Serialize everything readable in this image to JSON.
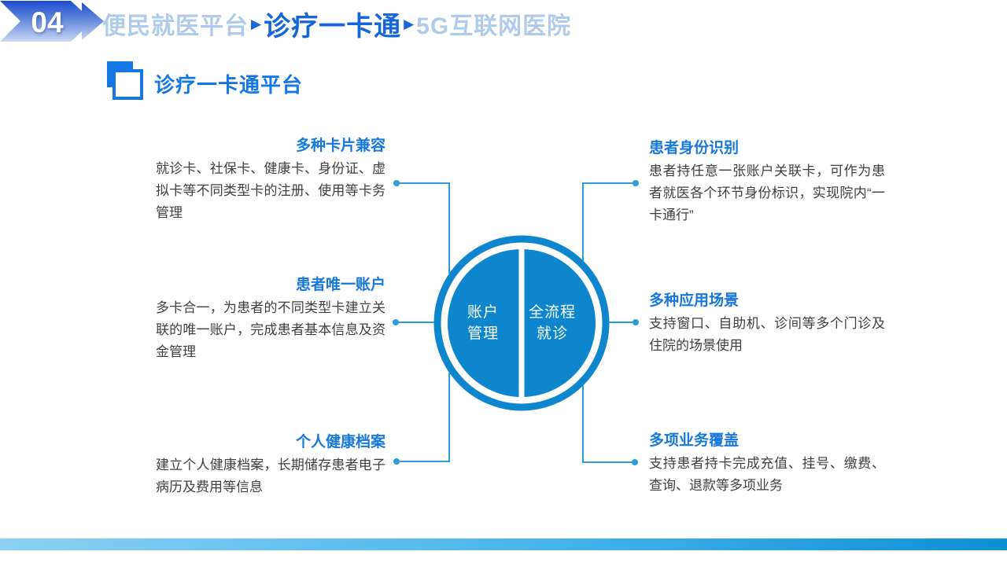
{
  "header": {
    "badge_number": "04",
    "breadcrumb": {
      "separator": "▶",
      "items": [
        {
          "label": "便民就医平台",
          "active": false
        },
        {
          "label": "诊疗一卡通",
          "active": true
        },
        {
          "label": "5G互联网医院",
          "active": false
        }
      ]
    }
  },
  "section": {
    "title": "诊疗一卡通平台"
  },
  "diagram": {
    "center": {
      "left_half": {
        "line1": "账户",
        "line2": "管理"
      },
      "right_half": {
        "line1": "全流程",
        "line2": "就诊"
      }
    },
    "features": [
      {
        "id": "multi-card",
        "side": "left",
        "title": "多种卡片兼容",
        "description": "就诊卡、社保卡、健康卡、身份证、虚拟卡等不同类型卡的注册、使用等卡务管理"
      },
      {
        "id": "unique-account",
        "side": "left",
        "title": "患者唯一账户",
        "description": "多卡合一，为患者的不同类型卡建立关联的唯一账户，完成患者基本信息及资金管理"
      },
      {
        "id": "health-record",
        "side": "left",
        "title": "个人健康档案",
        "description": "建立个人健康档案，长期储存患者电子病历及费用等信息"
      },
      {
        "id": "identity",
        "side": "right",
        "title": "患者身份识别",
        "description": "患者持任意一张账户关联卡，可作为患者就医各个环节身份标识，实现院内“一卡通行”"
      },
      {
        "id": "scenarios",
        "side": "right",
        "title": "多种应用场景",
        "description": "支持窗口、自助机、诊间等多个门诊及住院的场景使用"
      },
      {
        "id": "business",
        "side": "right",
        "title": "多项业务覆盖",
        "description": "支持患者持卡完成充值、挂号、缴费、查询、退款等多项业务"
      }
    ]
  },
  "colors": {
    "accent_blue": "#1566D8",
    "light_breadcrumb_blue": "#AECBEA",
    "feature_title_blue": "#1778DB",
    "circle_blue": "#0E86CE",
    "connector_blue": "#2D9CDB",
    "body_text": "#3F3F3F",
    "badge_gradient_top": "#1C4CCE",
    "badge_gradient_bottom": "#C9D9F2",
    "bar_gradient_left": "#8BD1F3",
    "bar_gradient_right": "#0C90D6"
  }
}
